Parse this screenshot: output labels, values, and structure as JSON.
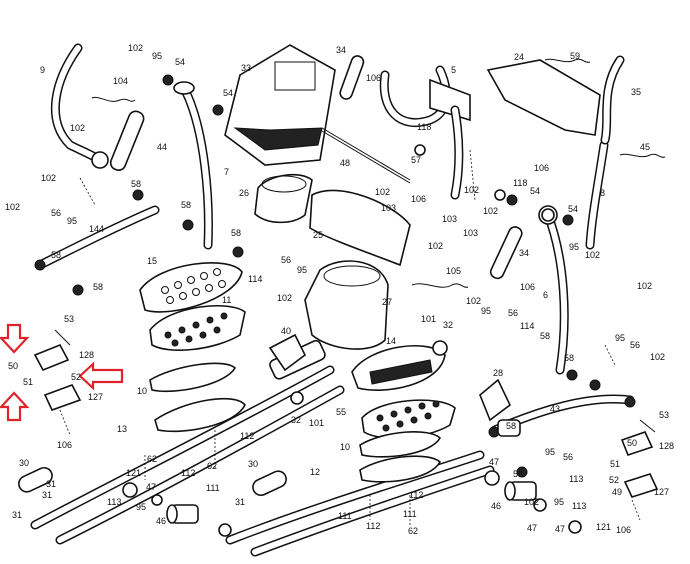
{
  "colors": {
    "line": "#111111",
    "arrow": "#e0232b",
    "background": "#ffffff"
  },
  "labels": [
    {
      "id": "l9",
      "text": "9"
    },
    {
      "id": "l102a",
      "text": "102"
    },
    {
      "id": "l95a",
      "text": "95"
    },
    {
      "id": "l54a",
      "text": "54"
    },
    {
      "id": "l104",
      "text": "104"
    },
    {
      "id": "l33",
      "text": "33"
    },
    {
      "id": "l34a",
      "text": "34"
    },
    {
      "id": "l106a",
      "text": "106"
    },
    {
      "id": "l5",
      "text": "5"
    },
    {
      "id": "l24",
      "text": "24"
    },
    {
      "id": "l59",
      "text": "59"
    },
    {
      "id": "l35",
      "text": "35"
    },
    {
      "id": "l102b",
      "text": "102"
    },
    {
      "id": "l44",
      "text": "44"
    },
    {
      "id": "l54b",
      "text": "54"
    },
    {
      "id": "l7",
      "text": "7"
    },
    {
      "id": "l118a",
      "text": "118"
    },
    {
      "id": "l57",
      "text": "57"
    },
    {
      "id": "l48",
      "text": "48"
    },
    {
      "id": "l106b",
      "text": "106"
    },
    {
      "id": "l45",
      "text": "45"
    },
    {
      "id": "l102c",
      "text": "102"
    },
    {
      "id": "l118b",
      "text": "118"
    },
    {
      "id": "l58a",
      "text": "58"
    },
    {
      "id": "l102d",
      "text": "102"
    },
    {
      "id": "l106c",
      "text": "106"
    },
    {
      "id": "l54c",
      "text": "54"
    },
    {
      "id": "l26",
      "text": "26"
    },
    {
      "id": "l102e",
      "text": "102"
    },
    {
      "id": "l103a",
      "text": "103"
    },
    {
      "id": "l8",
      "text": "8"
    },
    {
      "id": "l102f",
      "text": "102"
    },
    {
      "id": "l56a",
      "text": "56"
    },
    {
      "id": "l58b",
      "text": "58"
    },
    {
      "id": "l95b",
      "text": "95"
    },
    {
      "id": "l25",
      "text": "25"
    },
    {
      "id": "l102g",
      "text": "102"
    },
    {
      "id": "l103b",
      "text": "103"
    },
    {
      "id": "l103c",
      "text": "103"
    },
    {
      "id": "l54d",
      "text": "54"
    },
    {
      "id": "l144",
      "text": "144"
    },
    {
      "id": "l58c",
      "text": "58"
    },
    {
      "id": "l102h",
      "text": "102"
    },
    {
      "id": "l95c",
      "text": "95"
    },
    {
      "id": "l34b",
      "text": "34"
    },
    {
      "id": "l102i",
      "text": "102"
    },
    {
      "id": "l58d",
      "text": "58"
    },
    {
      "id": "l15",
      "text": "15"
    },
    {
      "id": "l56b",
      "text": "56"
    },
    {
      "id": "l114a",
      "text": "114"
    },
    {
      "id": "l95d",
      "text": "95"
    },
    {
      "id": "l105",
      "text": "105"
    },
    {
      "id": "l106d",
      "text": "106"
    },
    {
      "id": "l102j",
      "text": "102"
    },
    {
      "id": "l102k",
      "text": "102"
    },
    {
      "id": "l58e",
      "text": "58"
    },
    {
      "id": "l11",
      "text": "11"
    },
    {
      "id": "l27",
      "text": "27"
    },
    {
      "id": "l6",
      "text": "6"
    },
    {
      "id": "l53a",
      "text": "53"
    },
    {
      "id": "l40",
      "text": "40"
    },
    {
      "id": "l101a",
      "text": "101"
    },
    {
      "id": "l32a",
      "text": "32"
    },
    {
      "id": "l102l",
      "text": "102"
    },
    {
      "id": "l95e",
      "text": "95"
    },
    {
      "id": "l56c",
      "text": "56"
    },
    {
      "id": "l114b",
      "text": "114"
    },
    {
      "id": "l128a",
      "text": "128"
    },
    {
      "id": "l50a",
      "text": "50"
    },
    {
      "id": "l14",
      "text": "14"
    },
    {
      "id": "l58f",
      "text": "58"
    },
    {
      "id": "l95f",
      "text": "95"
    },
    {
      "id": "l56d",
      "text": "56"
    },
    {
      "id": "l102m",
      "text": "102"
    },
    {
      "id": "l52a",
      "text": "52"
    },
    {
      "id": "l51a",
      "text": "51"
    },
    {
      "id": "l10a",
      "text": "10"
    },
    {
      "id": "l28",
      "text": "28"
    },
    {
      "id": "l58g",
      "text": "58"
    },
    {
      "id": "l127a",
      "text": "127"
    },
    {
      "id": "l55",
      "text": "55"
    },
    {
      "id": "l43",
      "text": "43"
    },
    {
      "id": "l32b",
      "text": "32"
    },
    {
      "id": "l101b",
      "text": "101"
    },
    {
      "id": "l53b",
      "text": "53"
    },
    {
      "id": "l106e",
      "text": "106"
    },
    {
      "id": "l13",
      "text": "13"
    },
    {
      "id": "l112a",
      "text": "112"
    },
    {
      "id": "l58h",
      "text": "58"
    },
    {
      "id": "l10b",
      "text": "10"
    },
    {
      "id": "l50b",
      "text": "50"
    },
    {
      "id": "l128b",
      "text": "128"
    },
    {
      "id": "l62a",
      "text": "62"
    },
    {
      "id": "l112b",
      "text": "112"
    },
    {
      "id": "l62b",
      "text": "62"
    },
    {
      "id": "l47a",
      "text": "47"
    },
    {
      "id": "l95g",
      "text": "95"
    },
    {
      "id": "l56e",
      "text": "56"
    },
    {
      "id": "l51b",
      "text": "51"
    },
    {
      "id": "l58i",
      "text": "58"
    },
    {
      "id": "l113a",
      "text": "113"
    },
    {
      "id": "l52b",
      "text": "52"
    },
    {
      "id": "l30a",
      "text": "30"
    },
    {
      "id": "l121a",
      "text": "121"
    },
    {
      "id": "l12",
      "text": "12"
    },
    {
      "id": "l31a",
      "text": "31"
    },
    {
      "id": "l31b",
      "text": "31"
    },
    {
      "id": "l47b",
      "text": "47"
    },
    {
      "id": "l111a",
      "text": "111"
    },
    {
      "id": "l113b",
      "text": "113"
    },
    {
      "id": "l95h",
      "text": "95"
    },
    {
      "id": "l30b",
      "text": "30"
    },
    {
      "id": "l102n",
      "text": "102"
    },
    {
      "id": "l49",
      "text": "49"
    },
    {
      "id": "l127b",
      "text": "127"
    },
    {
      "id": "l31c",
      "text": "31"
    },
    {
      "id": "l46a",
      "text": "46"
    },
    {
      "id": "l47c",
      "text": "47"
    },
    {
      "id": "l46b",
      "text": "46"
    },
    {
      "id": "l31d",
      "text": "31"
    },
    {
      "id": "l112c",
      "text": "112"
    },
    {
      "id": "l95i",
      "text": "95"
    },
    {
      "id": "l113c",
      "text": "113"
    },
    {
      "id": "l111b",
      "text": "111"
    },
    {
      "id": "l111c",
      "text": "111"
    },
    {
      "id": "l47d",
      "text": "47"
    },
    {
      "id": "l121b",
      "text": "121"
    },
    {
      "id": "l112d",
      "text": "112"
    },
    {
      "id": "l62c",
      "text": "62"
    },
    {
      "id": "l106f",
      "text": "106"
    }
  ]
}
